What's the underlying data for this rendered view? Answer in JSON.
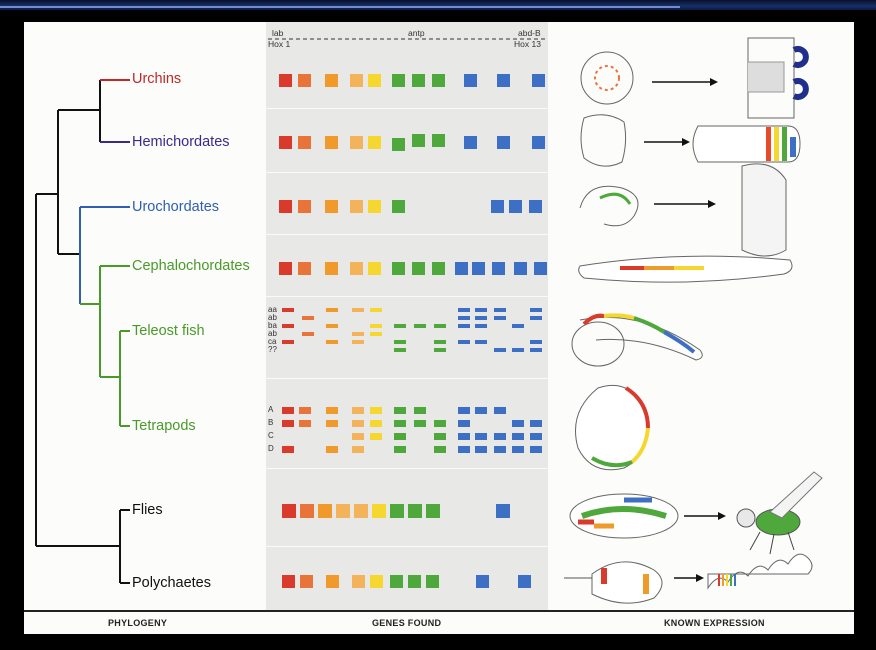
{
  "header": {
    "left_top": "lab",
    "left_bottom": "Hox 1",
    "center": "antp",
    "right_top": "abd-B",
    "right_bottom": "Hox 13"
  },
  "footer": {
    "phylogeny": "PHYLOGENY",
    "genes": "GENES FOUND",
    "expression": "KNOWN EXPRESSION"
  },
  "taxa": [
    {
      "label": "Urchins",
      "color": "#c0282a"
    },
    {
      "label": "Hemichordates",
      "color": "#3a2a8c"
    },
    {
      "label": "Urochordates",
      "color": "#2f5fb0"
    },
    {
      "label": "Cephalochordates",
      "color": "#4a9a2a"
    },
    {
      "label": "Teleost fish",
      "color": "#4a9a2a"
    },
    {
      "label": "Tetrapods",
      "color": "#4a9a2a"
    },
    {
      "label": "Flies",
      "color": "#111111"
    },
    {
      "label": "Polychaetes",
      "color": "#111111"
    }
  ],
  "teleost_rows": [
    "aa",
    "ab",
    "ba",
    "ab",
    "ca",
    "??"
  ],
  "tetrapod_rows": [
    "A",
    "B",
    "C",
    "D"
  ],
  "gene_colors": [
    "#d93a2b",
    "#e8743a",
    "#ef9a2a",
    "#f2b35a",
    "#f5d730",
    "#4ea83c",
    "#4ea83c",
    "#4ea83c",
    "#3d6fc4",
    "#3d6fc4",
    "#3d6fc4",
    "#3d6fc4",
    "#3d6fc4"
  ]
}
